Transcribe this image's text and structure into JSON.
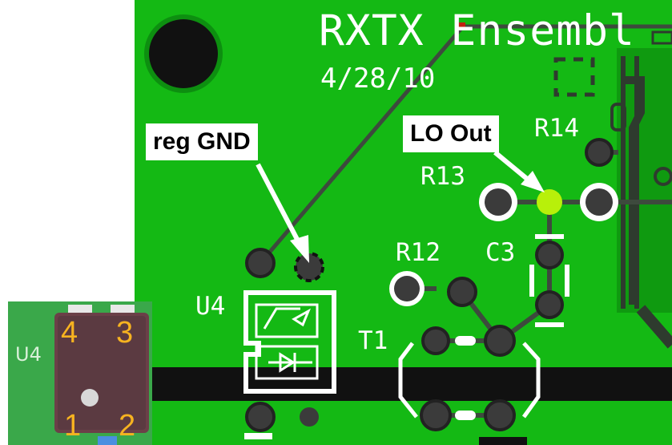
{
  "colors": {
    "board": "#14b914",
    "board_dark": "#0f9a10",
    "silkscreen": "#ffffff",
    "trace": "#3d4a3d",
    "pad": "#3b3b3b",
    "highlight_pad": "#b8f00a",
    "callout_bg": "#ffffff",
    "callout_text": "#000000",
    "pin_number": "#f7b320",
    "component_body": "#6b4048"
  },
  "silkscreen": {
    "title": "RXTX Ensembl",
    "date": "4/28/10",
    "r14": "R14",
    "r13": "R13",
    "r12": "R12",
    "c3": "C3",
    "u4": "U4",
    "t1": "T1"
  },
  "callouts": {
    "reg_gnd": "reg GND",
    "lo_out": "LO Out"
  },
  "inset": {
    "ref": "U4",
    "pins": [
      "4",
      "3",
      "1",
      "2"
    ]
  },
  "icons": {
    "arrow": "arrow-icon",
    "diode": "diode-icon",
    "mounting_hole": "mounting-hole-icon"
  }
}
